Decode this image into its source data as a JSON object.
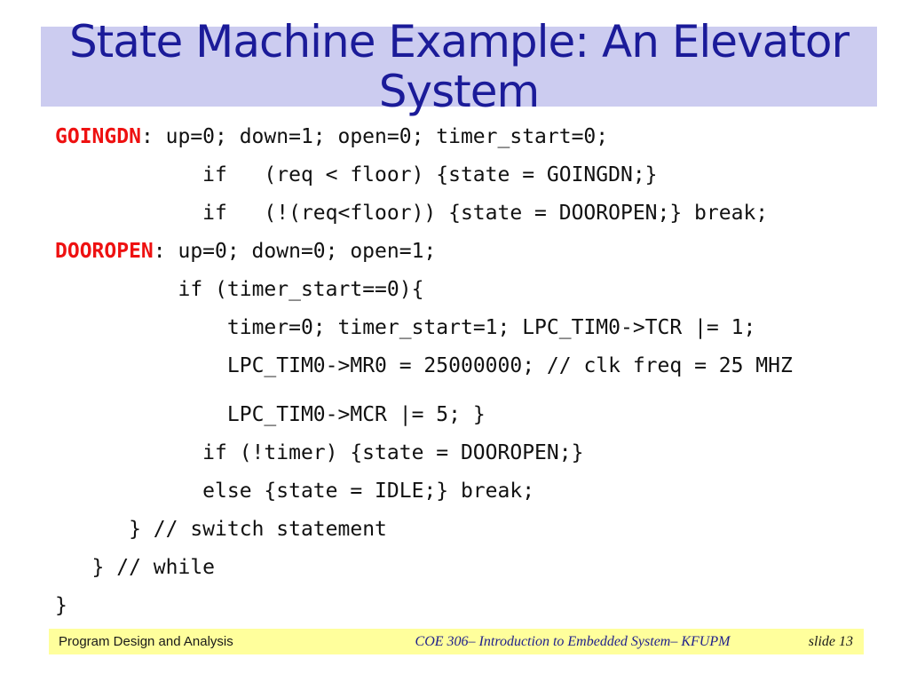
{
  "slide": {
    "title": "State Machine Example: An Elevator System",
    "colors": {
      "title_text": "#1b1b99",
      "title_bg": "#ccccf0",
      "keyword_red": "#ee1111",
      "footer_bg": "#ffff9c",
      "footer_center_text": "#1f1f8b"
    }
  },
  "code": {
    "lines": [
      {
        "indent": 0,
        "label": "GOINGDN",
        "rest": ": up=0; down=1; open=0; timer_start=0;",
        "gap_before": false
      },
      {
        "indent": 12,
        "label": "",
        "rest": "if   (req < floor) {state = GOINGDN;}",
        "gap_before": false
      },
      {
        "indent": 12,
        "label": "",
        "rest": "if   (!(req<floor)) {state = DOOROPEN;} break;",
        "gap_before": false
      },
      {
        "indent": 0,
        "label": "DOOROPEN",
        "rest": ": up=0; down=0; open=1;",
        "gap_before": false
      },
      {
        "indent": 10,
        "label": "",
        "rest": "if (timer_start==0){",
        "gap_before": false
      },
      {
        "indent": 14,
        "label": "",
        "rest": "timer=0; timer_start=1; LPC_TIM0->TCR |= 1;",
        "gap_before": false
      },
      {
        "indent": 14,
        "label": "",
        "rest": "LPC_TIM0->MR0 = 25000000; // clk freq = 25 MHZ",
        "gap_before": false
      },
      {
        "indent": 14,
        "label": "",
        "rest": "LPC_TIM0->MCR |= 5; }",
        "gap_before": true
      },
      {
        "indent": 12,
        "label": "",
        "rest": "if (!timer) {state = DOOROPEN;}",
        "gap_before": false
      },
      {
        "indent": 12,
        "label": "",
        "rest": "else {state = IDLE;} break;",
        "gap_before": false
      },
      {
        "indent": 6,
        "label": "",
        "rest": "} // switch statement",
        "gap_before": false
      },
      {
        "indent": 3,
        "label": "",
        "rest": "} // while",
        "gap_before": false
      },
      {
        "indent": 0,
        "label": "",
        "rest": "}",
        "gap_before": false
      }
    ]
  },
  "footer": {
    "left": "Program Design and Analysis",
    "center": "COE 306– Introduction to Embedded System– KFUPM",
    "right": "slide 13"
  }
}
